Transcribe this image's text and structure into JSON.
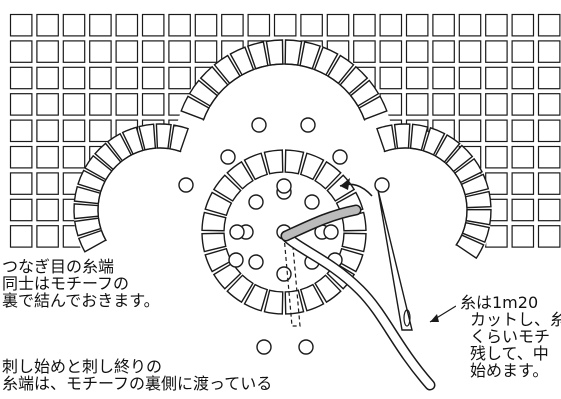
{
  "notes": {
    "knot_lines": [
      "つなぎ目の糸端",
      "同士はモチーフの",
      "裏で結んでおきます。"
    ],
    "start_end_lines": [
      "刺し始めと刺し終りの",
      "糸端は、モチーフの裏側に渡っている"
    ],
    "thread_lines": [
      "糸は1m20",
      "カットし、糸",
      "くらいモチ",
      "残して、中",
      "始めます。"
    ]
  },
  "colors": {
    "line": "#1a1a1a",
    "paper": "#ffffff"
  }
}
